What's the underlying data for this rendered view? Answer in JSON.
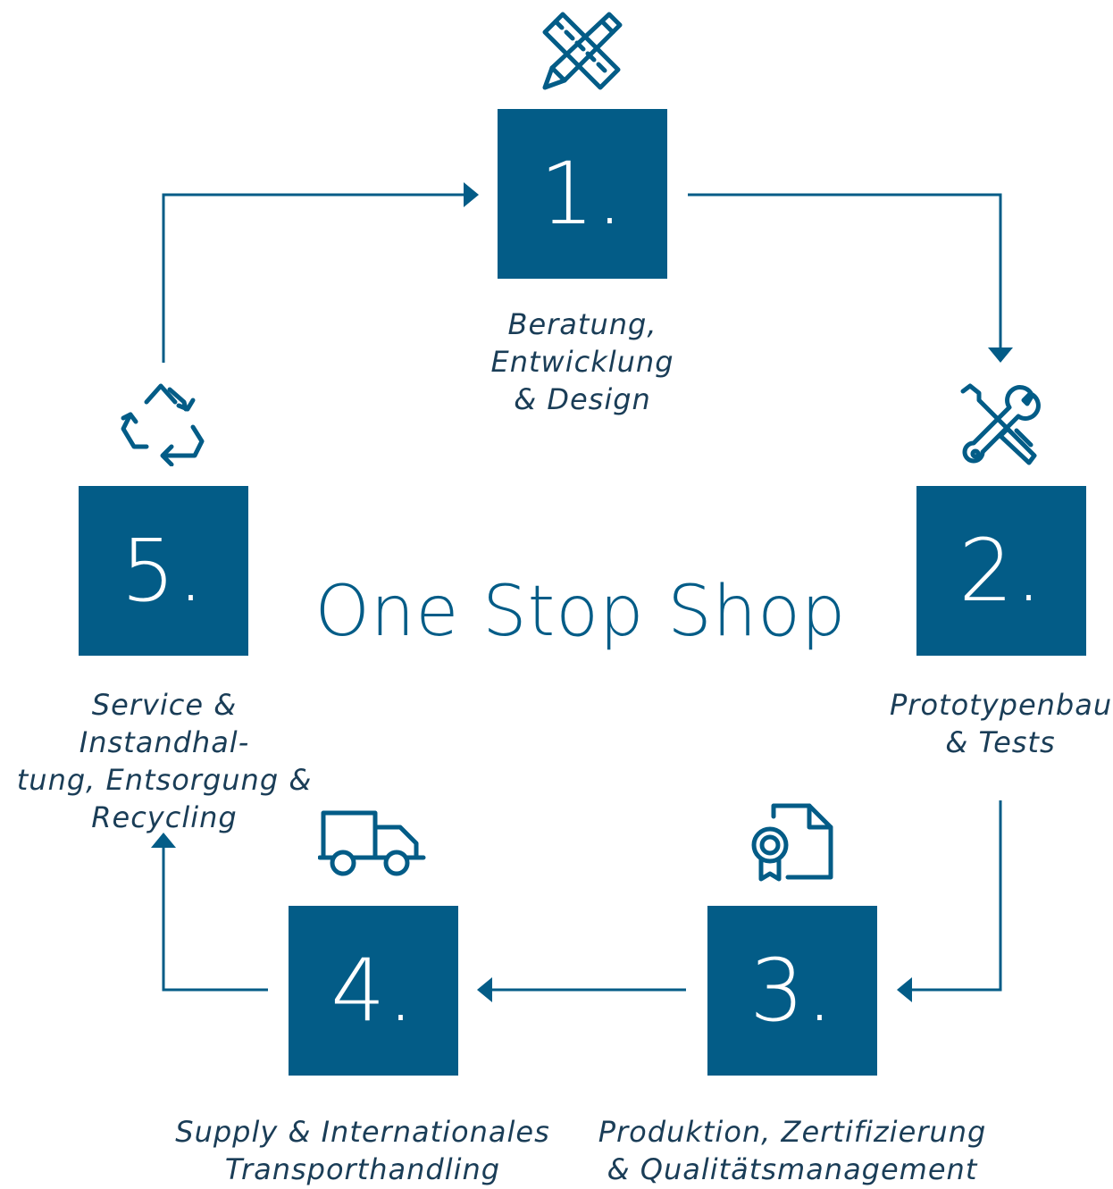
{
  "title": "One Stop Shop",
  "accent_color": "#035c87",
  "steps": [
    {
      "number": "1.",
      "label": "Beratung,\nEntwicklung\n& Design",
      "icon": "design-tools-icon"
    },
    {
      "number": "2.",
      "label": "Prototypenbau\n& Tests",
      "icon": "wrench-screwdriver-icon"
    },
    {
      "number": "3.",
      "label": "Produktion, Zertifizierung\n& Qualitätsmanagement",
      "icon": "certificate-document-icon"
    },
    {
      "number": "4.",
      "label": "Supply & Internationales\nTransporthandling",
      "icon": "delivery-truck-icon"
    },
    {
      "number": "5.",
      "label": "Service & Instandhal-\ntung, Entsorgung &\nRecycling",
      "icon": "recycle-icon"
    }
  ]
}
